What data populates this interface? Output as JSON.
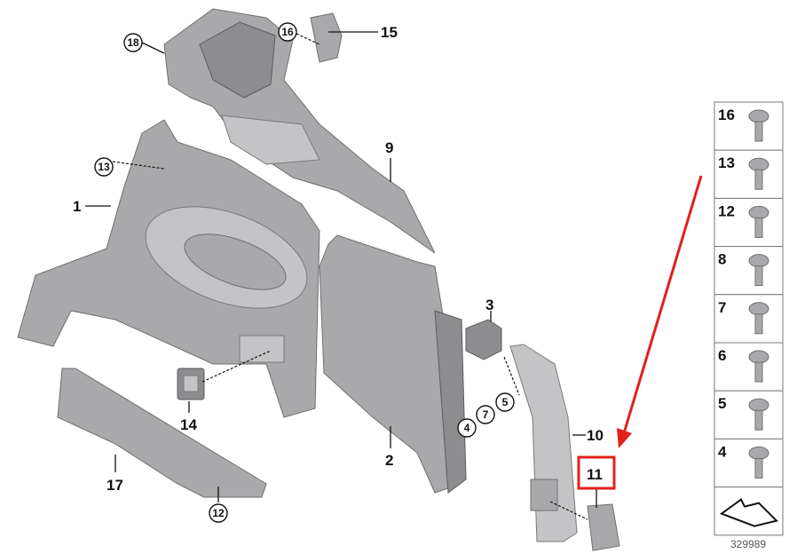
{
  "diagram": {
    "callouts": {
      "p1": "1",
      "p2": "2",
      "p3": "3",
      "p9": "9",
      "p10": "10",
      "p11": "11",
      "p14": "14",
      "p15": "15",
      "p17": "17"
    },
    "circled_callouts": {
      "c18": "18",
      "c16": "16",
      "c13": "13",
      "c12": "12",
      "c4": "4",
      "c7": "7",
      "c5": "5"
    },
    "highlight": {
      "part": "11",
      "color": "#e0201b"
    },
    "fastener_legend": [
      "16",
      "13",
      "12",
      "8",
      "7",
      "6",
      "5",
      "4"
    ],
    "legend_last_cell_icon": "direction-arrow-icon",
    "diagram_number": "329989"
  },
  "colors": {
    "part_fill": "#a9a9ab",
    "highlight_red": "#e0201b"
  }
}
